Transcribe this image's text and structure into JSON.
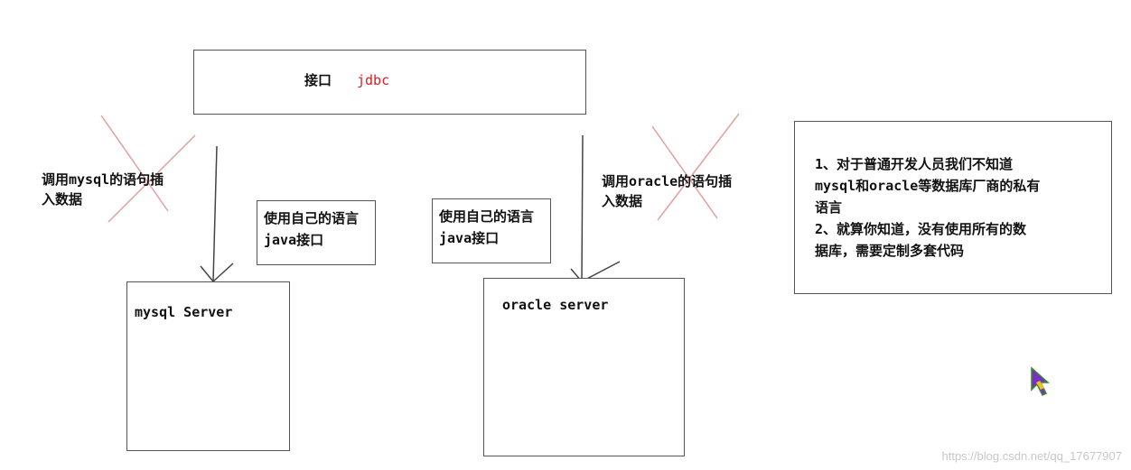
{
  "interface_box": {
    "label": "接口",
    "accent": "jdbc"
  },
  "left_call_text": [
    "调用mysql的语句插",
    "入数据"
  ],
  "right_call_text": [
    "调用oracle的语句插",
    "入数据"
  ],
  "left_java_box": [
    "使用自己的语言",
    "java接口"
  ],
  "right_java_box": [
    "使用自己的语言",
    "java接口"
  ],
  "mysql_server": {
    "label": "mysql Server"
  },
  "oracle_server": {
    "label": "oracle server"
  },
  "notes": [
    "1、对于普通开发人员我们不知道",
    "mysql和oracle等数据库厂商的私有",
    "语言",
    "2、就算你知道，没有使用所有的数",
    "据库，需要定制多套代码"
  ],
  "colors": {
    "accent": "#d42020",
    "cross": "#e0a0a0",
    "line": "#444444"
  },
  "watermark": "https://blog.csdn.net/qq_17677907"
}
